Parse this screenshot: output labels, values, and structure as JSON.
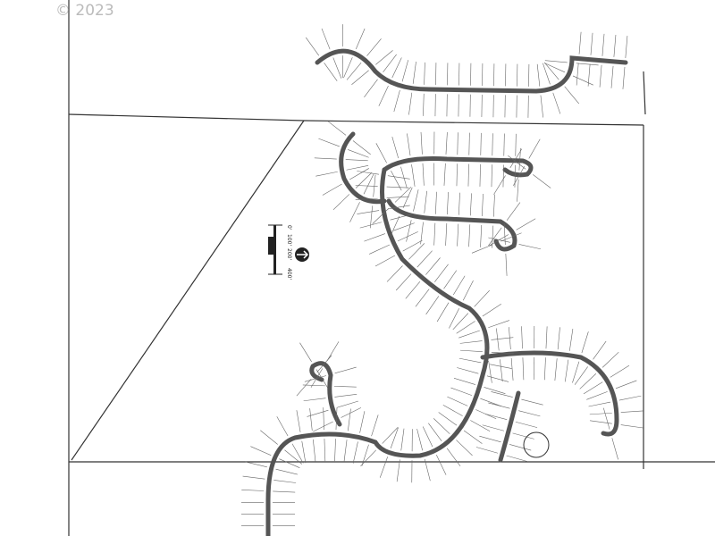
{
  "watermark": "© 2023",
  "scale_bar": {
    "labels": [
      "0'",
      "100'",
      "200'",
      "400'"
    ]
  },
  "colors": {
    "ink": "#333333",
    "paper": "#ffffff",
    "watermark": "#bbbbbb"
  }
}
